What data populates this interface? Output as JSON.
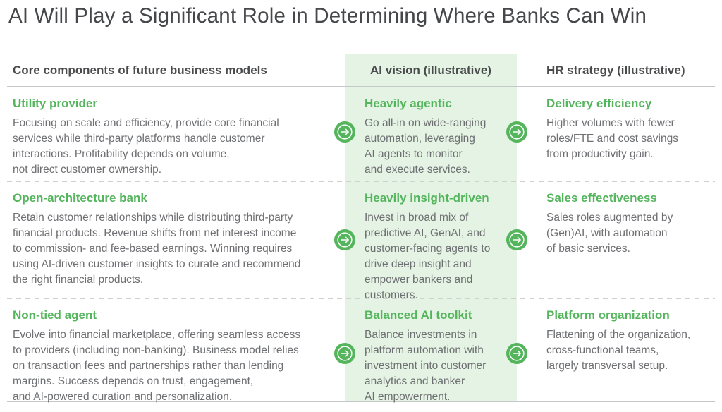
{
  "title": "AI Will Play a Significant Role in Determining Where Banks Can Win",
  "columns": {
    "left": "Core components of future business models",
    "middle": "AI vision (illustrative)",
    "right": "HR strategy (illustrative)"
  },
  "rows": [
    {
      "model": {
        "heading": "Utility provider",
        "body": "Focusing on scale and efficiency, provide core financial\nservices while third-party platforms handle customer\ninteractions. Profitability depends on volume,\nnot direct customer ownership."
      },
      "ai_vision": {
        "heading": "Heavily agentic",
        "body": "Go all-in on wide-ranging\nautomation, leveraging\nAI agents to monitor\nand execute services."
      },
      "hr_strategy": {
        "heading": "Delivery efficiency",
        "body": "Higher volumes with fewer\nroles/FTE and cost savings\nfrom productivity gain."
      }
    },
    {
      "model": {
        "heading": "Open-architecture bank",
        "body": "Retain customer relationships while distributing third-party\nfinancial products. Revenue shifts from net interest income\nto commission- and fee-based earnings. Winning requires\nusing AI-driven customer insights to curate and recommend\nthe right financial products."
      },
      "ai_vision": {
        "heading": "Heavily insight-driven",
        "body": "Invest in broad mix of\npredictive AI, GenAI, and\ncustomer-facing agents to\ndrive deep insight and\nempower bankers and\ncustomers."
      },
      "hr_strategy": {
        "heading": "Sales effectiveness",
        "body": "Sales roles augmented by\n(Gen)AI, with automation\nof basic services."
      }
    },
    {
      "model": {
        "heading": "Non-tied agent",
        "body": "Evolve into financial marketplace, offering seamless access\nto providers (including non-banking). Business model relies\non transaction fees and partnerships rather than lending\nmargins. Success depends on trust, engagement,\nand AI-powered curation and personalization."
      },
      "ai_vision": {
        "heading": "Balanced AI toolkit",
        "body": "Balance investments in\nplatform automation with\ninvestment into customer\nanalytics and banker\nAI empowerment."
      },
      "hr_strategy": {
        "heading": "Platform organization",
        "body": "Flattening of the organization,\ncross-functional teams,\nlargely transversal setup."
      }
    }
  ],
  "icons": {
    "arrow": "arrow-right-circle-icon"
  },
  "colors": {
    "accent_green": "#54b55d",
    "band_green": "#e4f3e3",
    "body_text": "#6e6f72",
    "header_text": "#4a4b4d",
    "line_gray": "#c6c7c8"
  }
}
